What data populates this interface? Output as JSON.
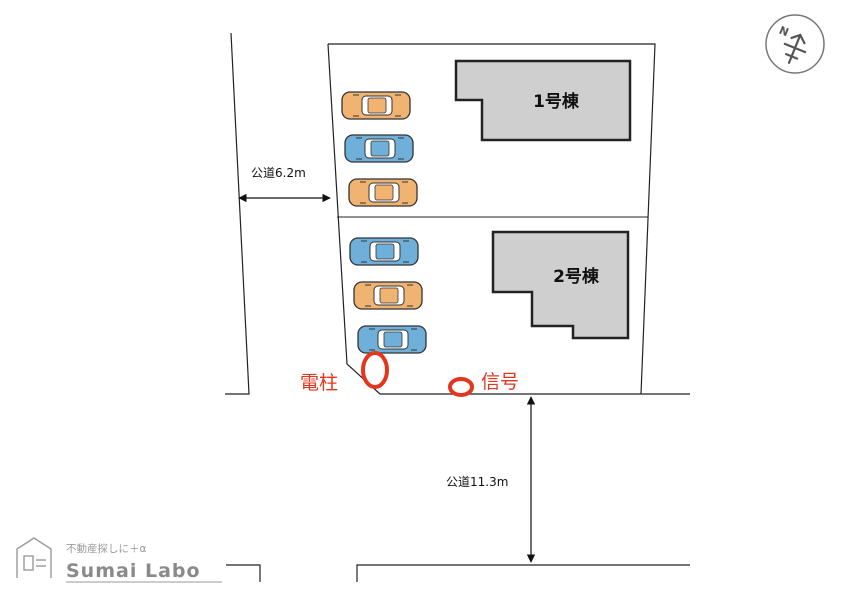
{
  "buildings": [
    {
      "label": "1号棟"
    },
    {
      "label": "2号棟"
    }
  ],
  "roads": {
    "west_label": "公道6.2m",
    "south_label": "公道11.3m"
  },
  "markers": {
    "utility_pole_label": "電柱",
    "traffic_signal_label": "信号"
  },
  "compass": {
    "letter": "N"
  },
  "parking": {
    "lot1_cars": [
      "orange",
      "blue",
      "orange"
    ],
    "lot2_cars": [
      "blue",
      "orange",
      "blue"
    ]
  },
  "colors": {
    "car_orange": "#f1b372",
    "car_blue": "#6fb0db",
    "building_fill": "#cfcfcf",
    "marker_red": "#e4361f"
  },
  "logo": {
    "tagline": "不動産探しに＋α",
    "name": "Sumai Labo"
  }
}
